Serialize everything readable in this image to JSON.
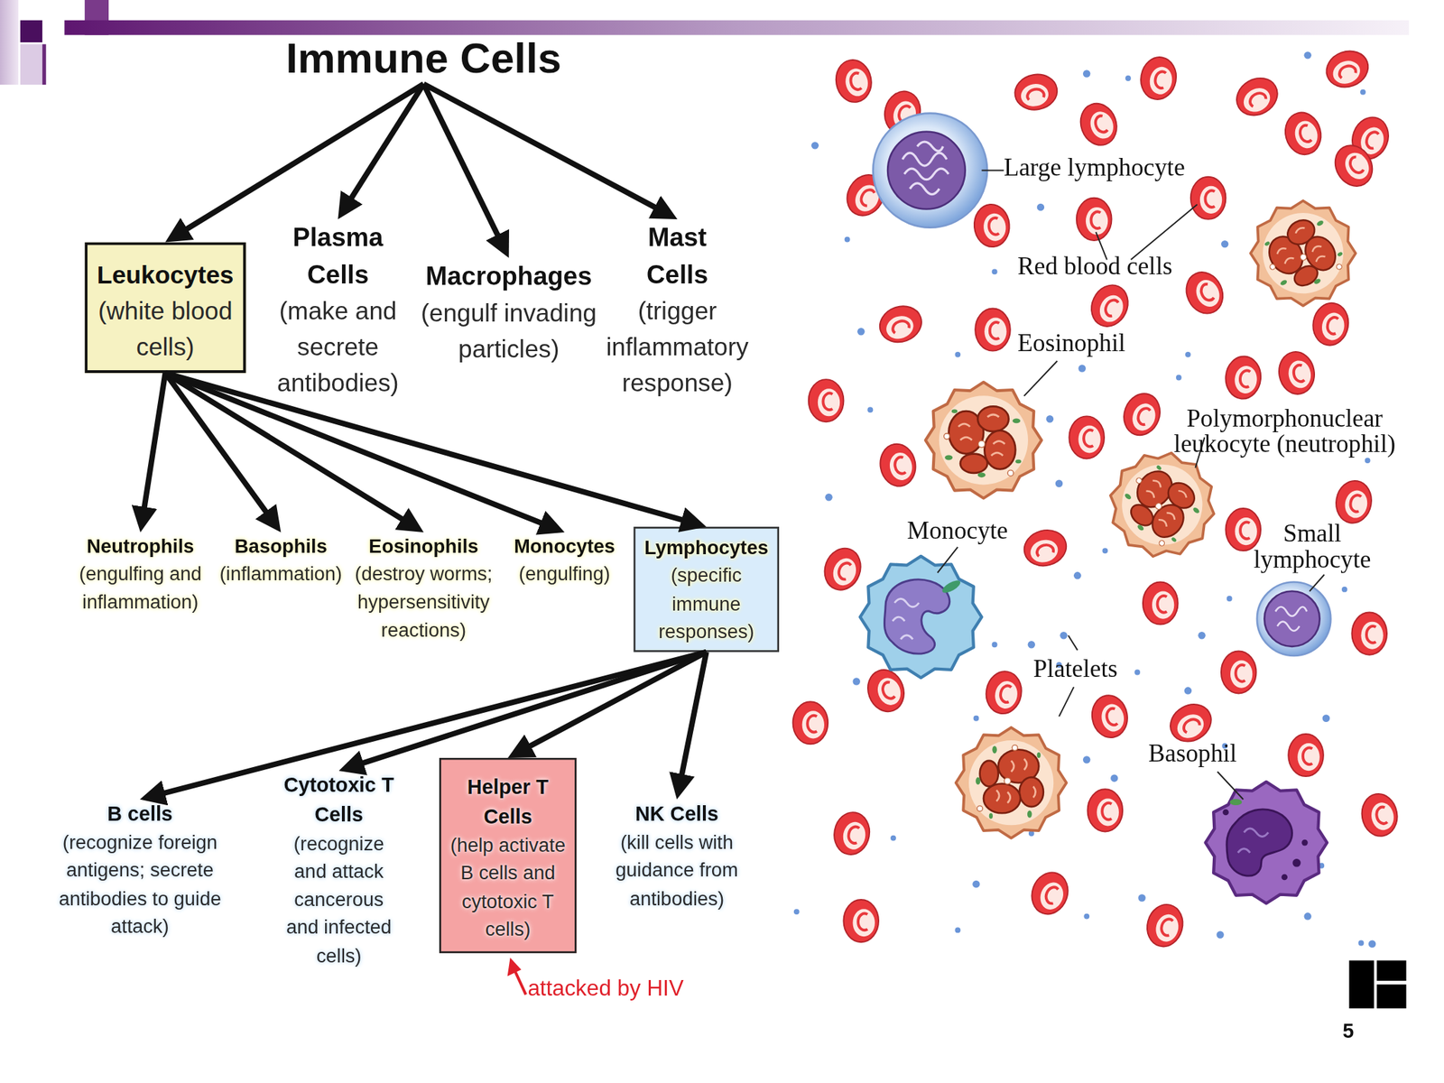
{
  "diagram": {
    "nodes": [
      {
        "text": [
          "Immune Cells"
        ]
      },
      {
        "text": [
          "Leukocytes",
          "(white blood cells)"
        ]
      },
      {
        "text": [
          "Plasma Cells",
          "(make and secrete antibodies)"
        ]
      },
      {
        "text": [
          "Macrophages",
          "(engulf invading particles)"
        ]
      },
      {
        "text": [
          "Mast Cells",
          "(trigger inflammatory response)"
        ]
      },
      {
        "text": [
          "Neutrophils",
          "(engulfing and inflammation)"
        ]
      },
      {
        "text": [
          "Basophils",
          "(inflammation)"
        ]
      },
      {
        "text": [
          "Eosinophils",
          "(destroy worms; hypersensitivity reactions)"
        ]
      },
      {
        "text": [
          "Monocytes",
          "(engulfing)"
        ]
      },
      {
        "text": [
          "Lymphocytes",
          "(specific immune responses)"
        ]
      },
      {
        "text": [
          "B cells",
          "(recognize foreign antigens; secrete antibodies to guide attack)"
        ]
      },
      {
        "text": [
          "Cytotoxic T Cells",
          "(recognize and attack cancerous and infected cells)"
        ]
      },
      {
        "text": [
          "Helper T Cells",
          "(help activate B cells and cytotoxic T cells)"
        ]
      },
      {
        "text": [
          "NK Cells",
          "(kill cells with guidance from antibodies)"
        ]
      }
    ],
    "edges": [
      {
        "from": 0,
        "to": 1,
        "arrow": "to"
      },
      {
        "from": 0,
        "to": 2,
        "arrow": "to"
      },
      {
        "from": 0,
        "to": 3,
        "arrow": "to"
      },
      {
        "from": 0,
        "to": 4,
        "arrow": "to"
      },
      {
        "from": 1,
        "to": 5,
        "arrow": "to"
      },
      {
        "from": 1,
        "to": 6,
        "arrow": "to"
      },
      {
        "from": 1,
        "to": 7,
        "arrow": "to"
      },
      {
        "from": 1,
        "to": 8,
        "arrow": "to"
      },
      {
        "from": 1,
        "to": 9,
        "arrow": "to"
      },
      {
        "from": 9,
        "to": 10,
        "arrow": "to"
      },
      {
        "from": 9,
        "to": 11,
        "arrow": "to"
      },
      {
        "from": 9,
        "to": 12,
        "arrow": "to"
      },
      {
        "from": 9,
        "to": 13,
        "arrow": "to"
      }
    ],
    "labels": [
      "attacked by HIV",
      "Large lymphocyte",
      "Red blood cells",
      "Eosinophil",
      "Polymorphonuclear leukocyte (neutrophil)",
      "Monocyte",
      "Small lymphocyte",
      "Platelets",
      "Basophil",
      "5"
    ]
  }
}
